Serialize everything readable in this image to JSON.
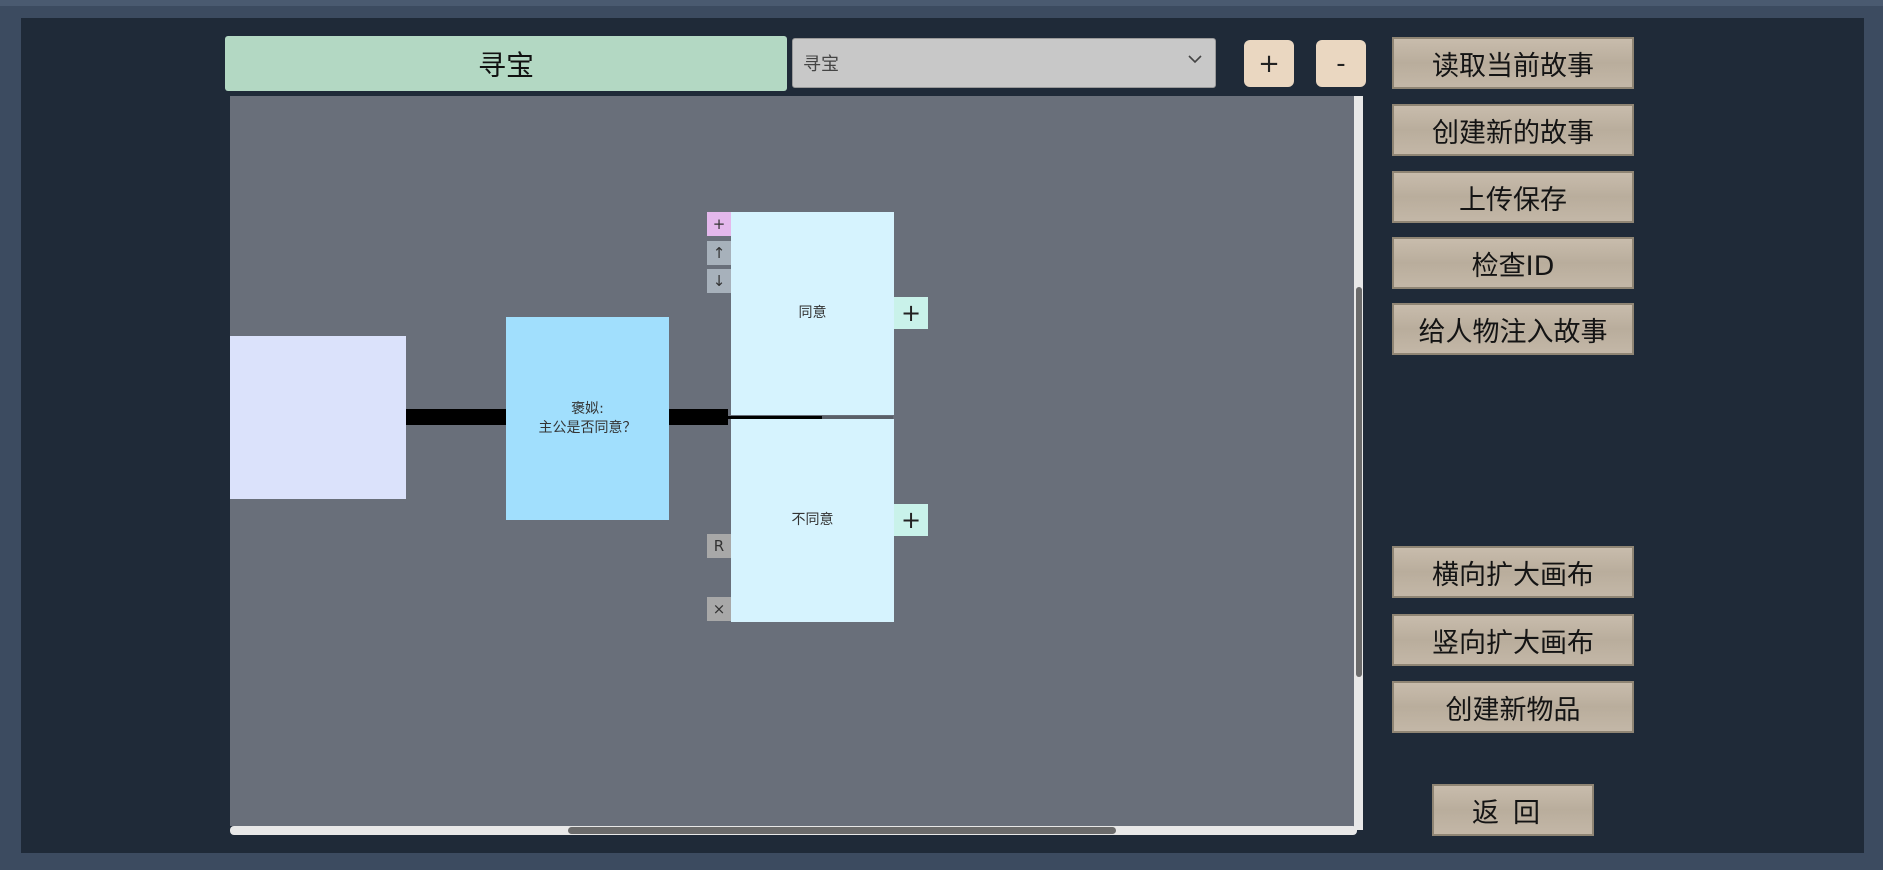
{
  "story": {
    "title": "寻宝",
    "dropdown_value": "寻宝"
  },
  "zoom": {
    "plus_label": "+",
    "minus_label": "-"
  },
  "nodes": {
    "start": "",
    "dialogue": "褒姒:\n主公是否同意？",
    "choice_1": "同意",
    "choice_2": "不同意"
  },
  "node_controls": {
    "add": "+",
    "up": "↑",
    "down": "↓",
    "reset": "R",
    "delete": "×",
    "add_child": "+"
  },
  "side_buttons": {
    "read_story": "读取当前故事",
    "create_story": "创建新的故事",
    "upload_save": "上传保存",
    "check_id": "检查ID",
    "inject_story": "给人物注入故事",
    "expand_horizontal": "横向扩大画布",
    "expand_vertical": "竖向扩大画布",
    "create_item": "创建新物品",
    "return": "返回"
  },
  "colors": {
    "title_bg": "#b3d8c3",
    "canvas_bg": "#696f7a",
    "start_node": "#dbe2fb",
    "dialogue_node": "#a1dffd",
    "choice_node": "#d6f3fe",
    "add_child": "#c9f2ea",
    "add_control": "#e4b8ec"
  }
}
